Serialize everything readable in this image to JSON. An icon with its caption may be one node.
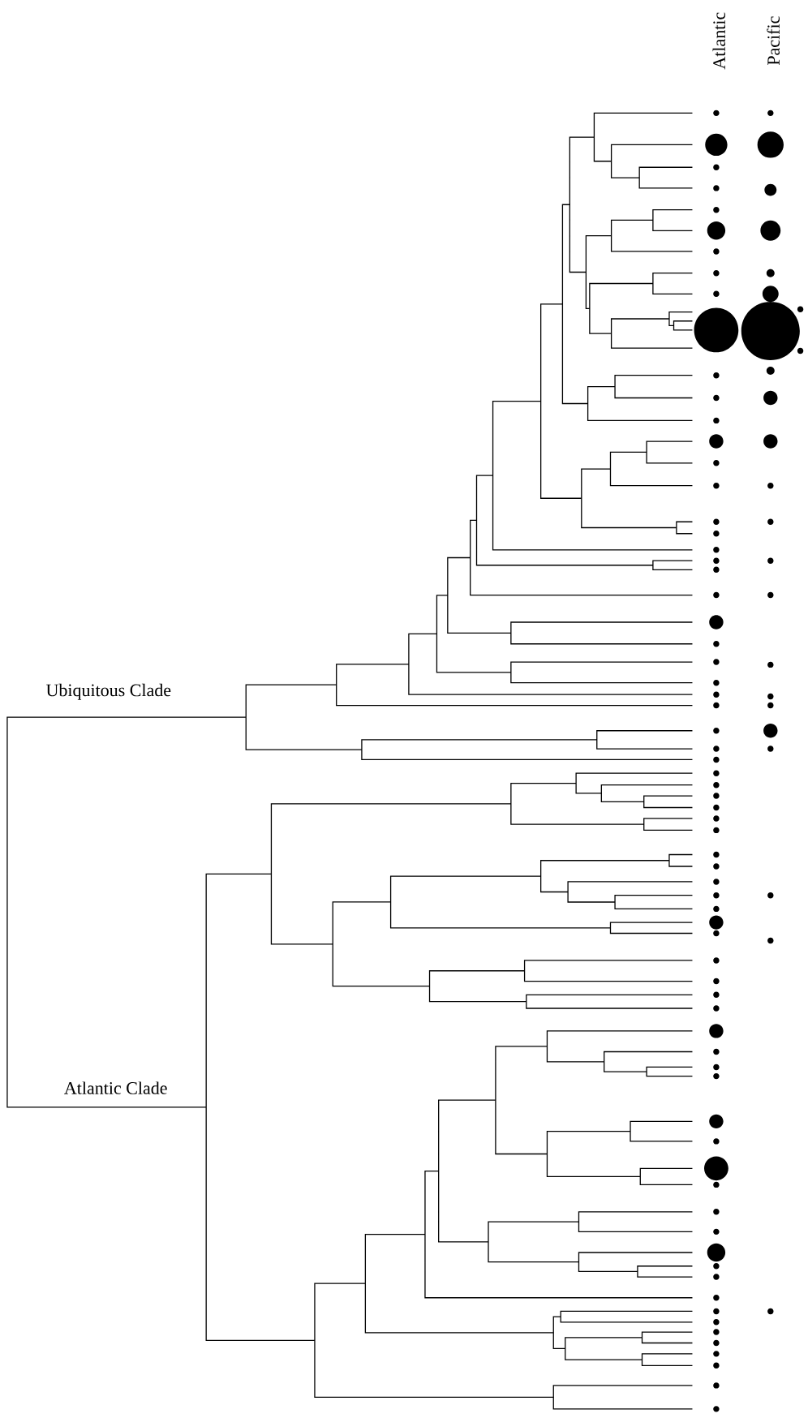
{
  "diagram": {
    "labels": [
      "Atlantic",
      "Pacific",
      "Ubiquitous Clade",
      "Atlantic Clade"
    ]
  }
}
